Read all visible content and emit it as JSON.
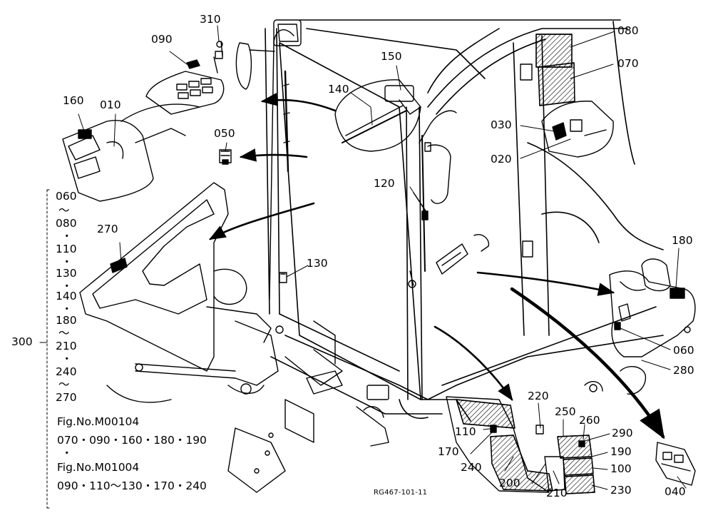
{
  "callouts": {
    "c310": "310",
    "c090": "090",
    "c160": "160",
    "c010": "010",
    "c050": "050",
    "c140": "140",
    "c150": "150",
    "c080": "080",
    "c070": "070",
    "c030": "030",
    "c020": "020",
    "c120": "120",
    "c270": "270",
    "c130": "130",
    "c180": "180",
    "c060": "060",
    "c280": "280",
    "c300": "300",
    "c220": "220",
    "c250": "250",
    "c260": "260",
    "c290": "290",
    "c190": "190",
    "c100": "100",
    "c230": "230",
    "c210": "210",
    "c200": "200",
    "c240": "240",
    "c170": "170",
    "c110": "110",
    "c040": "040"
  },
  "range_list": [
    "060",
    "～",
    "080",
    "・",
    "110",
    "・",
    "130",
    "・",
    "140",
    "・",
    "180",
    "～",
    "210",
    "・",
    "240",
    "～",
    "270"
  ],
  "figure_refs": [
    {
      "title": "Fig.No.M00104",
      "parts": "070・090・160・180・190"
    },
    {
      "title": "Fig.No.M01004",
      "parts": "090・110～130・170・240"
    }
  ],
  "figure_sep": "・",
  "drawing_code": "RG467-101-11"
}
